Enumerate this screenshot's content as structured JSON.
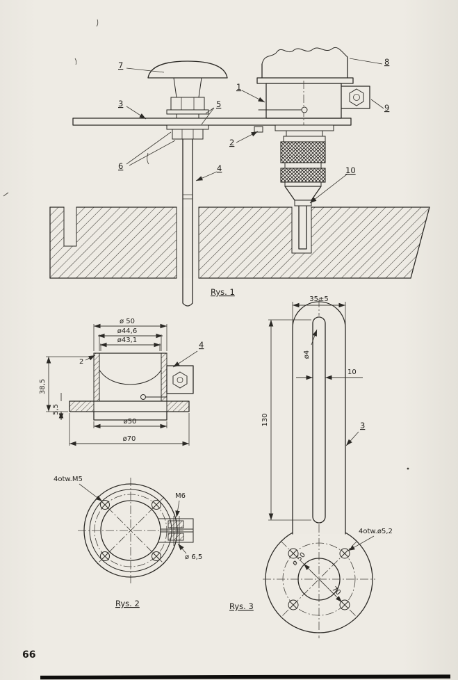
{
  "page": {
    "number": "66"
  },
  "figures": {
    "fig1": {
      "caption": "Rys. 1",
      "callouts": {
        "n1": "1",
        "n2": "2",
        "n3": "3",
        "n4": "4",
        "n5": "5",
        "n6": "6",
        "n7": "7",
        "n8": "8",
        "n9": "9",
        "n10": "10"
      }
    },
    "detail": {
      "callout": "4",
      "dia50_top": "ø 50",
      "dia446": "ø44,6",
      "dia431": "ø43,1",
      "thk2": "2",
      "h385": "38,5",
      "h55": "5,5",
      "dia50_bot": "ø50",
      "dia70": "ø70"
    },
    "fig2": {
      "caption": "Rys. 2",
      "holes": "4otw.M5",
      "thread": "M6",
      "dia65": "ø 6,5"
    },
    "fig3": {
      "caption": "Rys. 3",
      "callout": "3",
      "w35": "35±5",
      "dia4": "ø4",
      "w10": "10",
      "len130": "130",
      "holes": "4otw.ø5,2",
      "dia50": "ø 50",
      "bc70": "70"
    }
  }
}
